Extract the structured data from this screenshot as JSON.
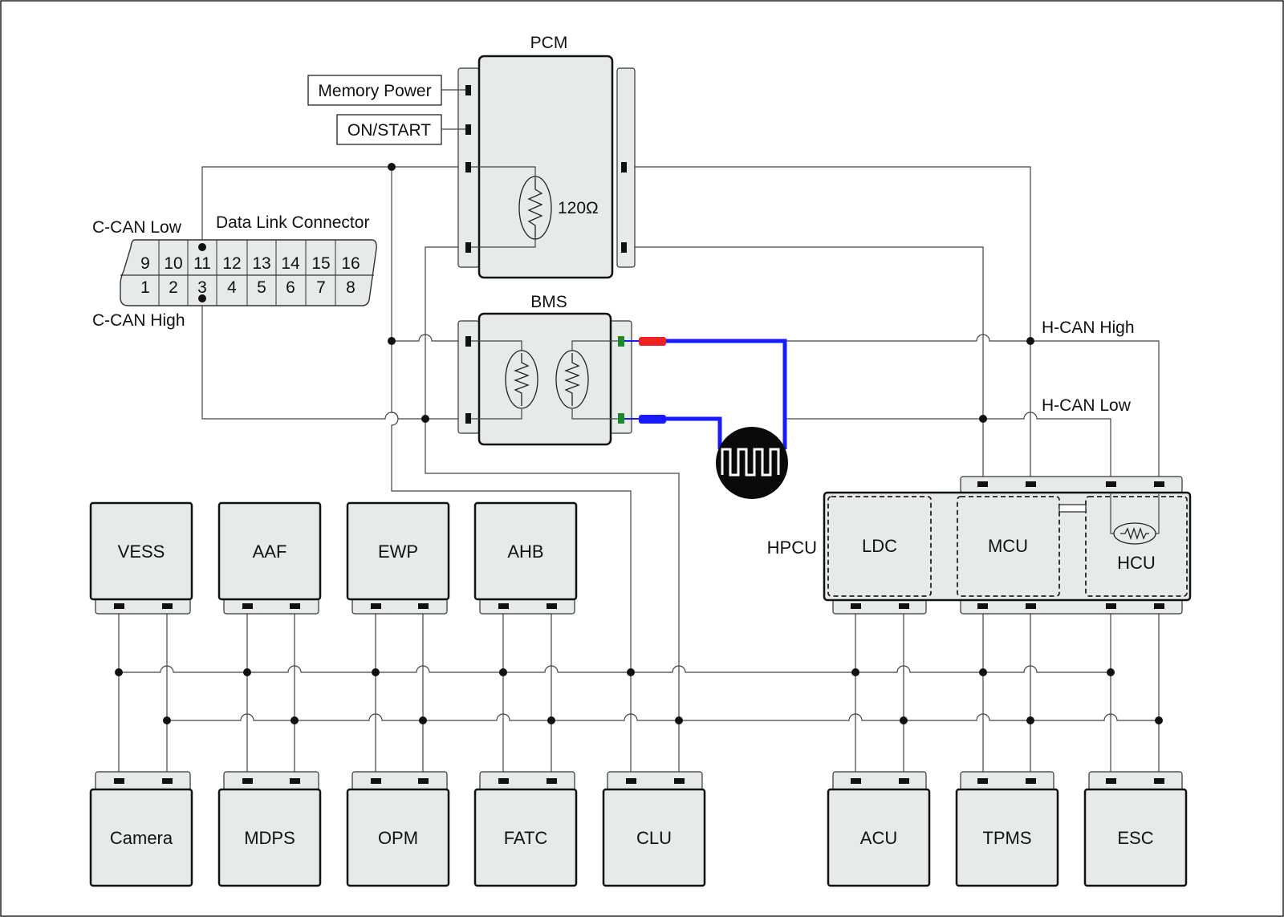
{
  "diagram": {
    "pcm": {
      "title": "PCM",
      "resistor": "120Ω"
    },
    "bms": {
      "title": "BMS"
    },
    "inputs": {
      "memory_power": "Memory Power",
      "on_start": "ON/START"
    },
    "dlc": {
      "title": "Data Link Connector",
      "can_low": "C-CAN Low",
      "can_high": "C-CAN High",
      "top_pins": [
        "9",
        "10",
        "11",
        "12",
        "13",
        "14",
        "15",
        "16"
      ],
      "bottom_pins": [
        "1",
        "2",
        "3",
        "4",
        "5",
        "6",
        "7",
        "8"
      ]
    },
    "hcan": {
      "high": "H-CAN High",
      "low": "H-CAN Low"
    },
    "hpcu": {
      "title": "HPCU",
      "ldc": "LDC",
      "mcu": "MCU",
      "hcu": "HCU"
    },
    "top_modules": [
      "VESS",
      "AAF",
      "EWP",
      "AHB"
    ],
    "bottom_modules": [
      "Camera",
      "MDPS",
      "OPM",
      "FATC",
      "CLU",
      "ACU",
      "TPMS",
      "ESC"
    ],
    "colors": {
      "probe_wire": "#1a1aff",
      "probe_red": "#ee2222",
      "probe_green": "#1f8a2a"
    }
  }
}
